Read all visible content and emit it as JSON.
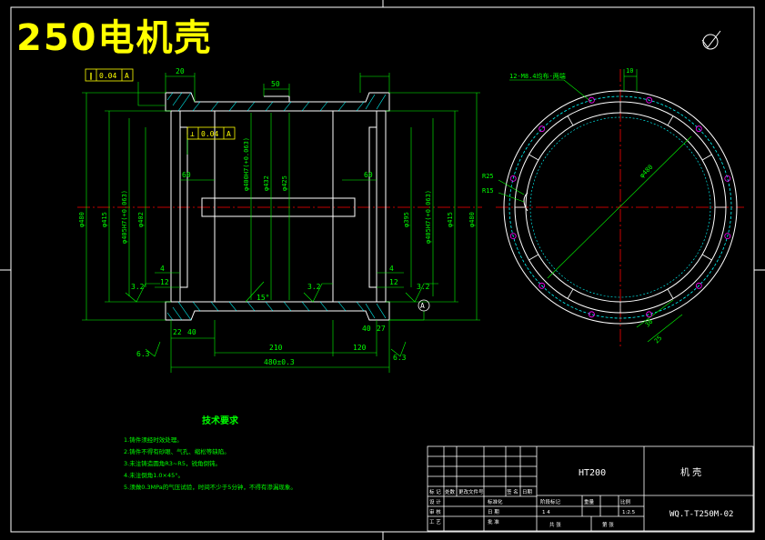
{
  "title": "250电机壳",
  "colors": {
    "background": "#000000",
    "frame": "#ffffff",
    "outline": "#ffffff",
    "dimension": "#00ff00",
    "centerline": "#ff0000",
    "hatch": "#00ffff",
    "hole": "#ff00ff",
    "annotation": "#ffff00",
    "title_text": "#ffff00"
  },
  "front_view": {
    "gdt_top": {
      "symbol": "∥",
      "value": "0.04",
      "datum": "A"
    },
    "gdt_inner": {
      "symbol": "⊥",
      "value": "0.04",
      "datum": "A"
    },
    "dims": {
      "top_left_width": "20",
      "top_center_width": "50",
      "left_inner_step": "60",
      "right_inner_step": "60",
      "dia_outer_left": "φ480",
      "dia_415_left": "φ415",
      "dia_395_left": "φ405H7(+0.063)",
      "dia_402_left": "φ402",
      "dia_center_1": "φ400H7(+0.063)",
      "dia_center_2": "φ432",
      "dia_center_3": "φ425",
      "dia_395_right": "φ395",
      "dia_405_right": "φ405H7(+0.063)",
      "dia_415_right": "φ415",
      "dia_outer_right": "φ480",
      "step_4_left": "4",
      "step_12_left": "12",
      "step_4_right": "4",
      "step_12_right": "12",
      "rough_left": "3.2",
      "rough_center": "3.2",
      "rough_right": "3.2",
      "angle": "15°",
      "bottom_22": "22",
      "bottom_40_left": "40",
      "bottom_210": "210",
      "bottom_120": "120",
      "bottom_40_right": "40",
      "bottom_27": "27",
      "total_length": "480±0.3",
      "rough_bottom_left": "6.3",
      "rough_bottom_right": "6.3",
      "datum_a": "A"
    }
  },
  "side_view": {
    "hole_note": "12-M8.4均布-两端",
    "dim_top": "10",
    "dia": "φ480",
    "r25": "R25",
    "r15": "R15",
    "dim_30": "30",
    "dim_25": "25"
  },
  "tech_requirements": {
    "heading": "技术要求",
    "items": [
      "1.铸件须经时效处理。",
      "2.铸件不得有砂眼、气孔、缩松等缺陷。",
      "3.未注铸造圆角R3~R5，锐角倒钝。",
      "4.未注倒角1.0×45°。",
      "5.须做0.3MPa的气压试验，时间不少于5分钟，不得有渗漏现象。"
    ]
  },
  "title_block": {
    "material": "HT200",
    "part_name": "机 壳",
    "drawing_no": "WQ.T-T250M-02",
    "scale": "1:2.5",
    "sheet": "1 4",
    "rows": [
      "标 记",
      "处数",
      "更改文件号",
      "签 名",
      "日期"
    ],
    "design": "设 计",
    "check": "审 核",
    "process": "工 艺",
    "std": "标准化",
    "approve": "批 准",
    "date": "日 期",
    "stage_mark": "阶段标记",
    "weight": "重量",
    "ratio": "比例",
    "total": "共 张",
    "page": "第 张"
  }
}
